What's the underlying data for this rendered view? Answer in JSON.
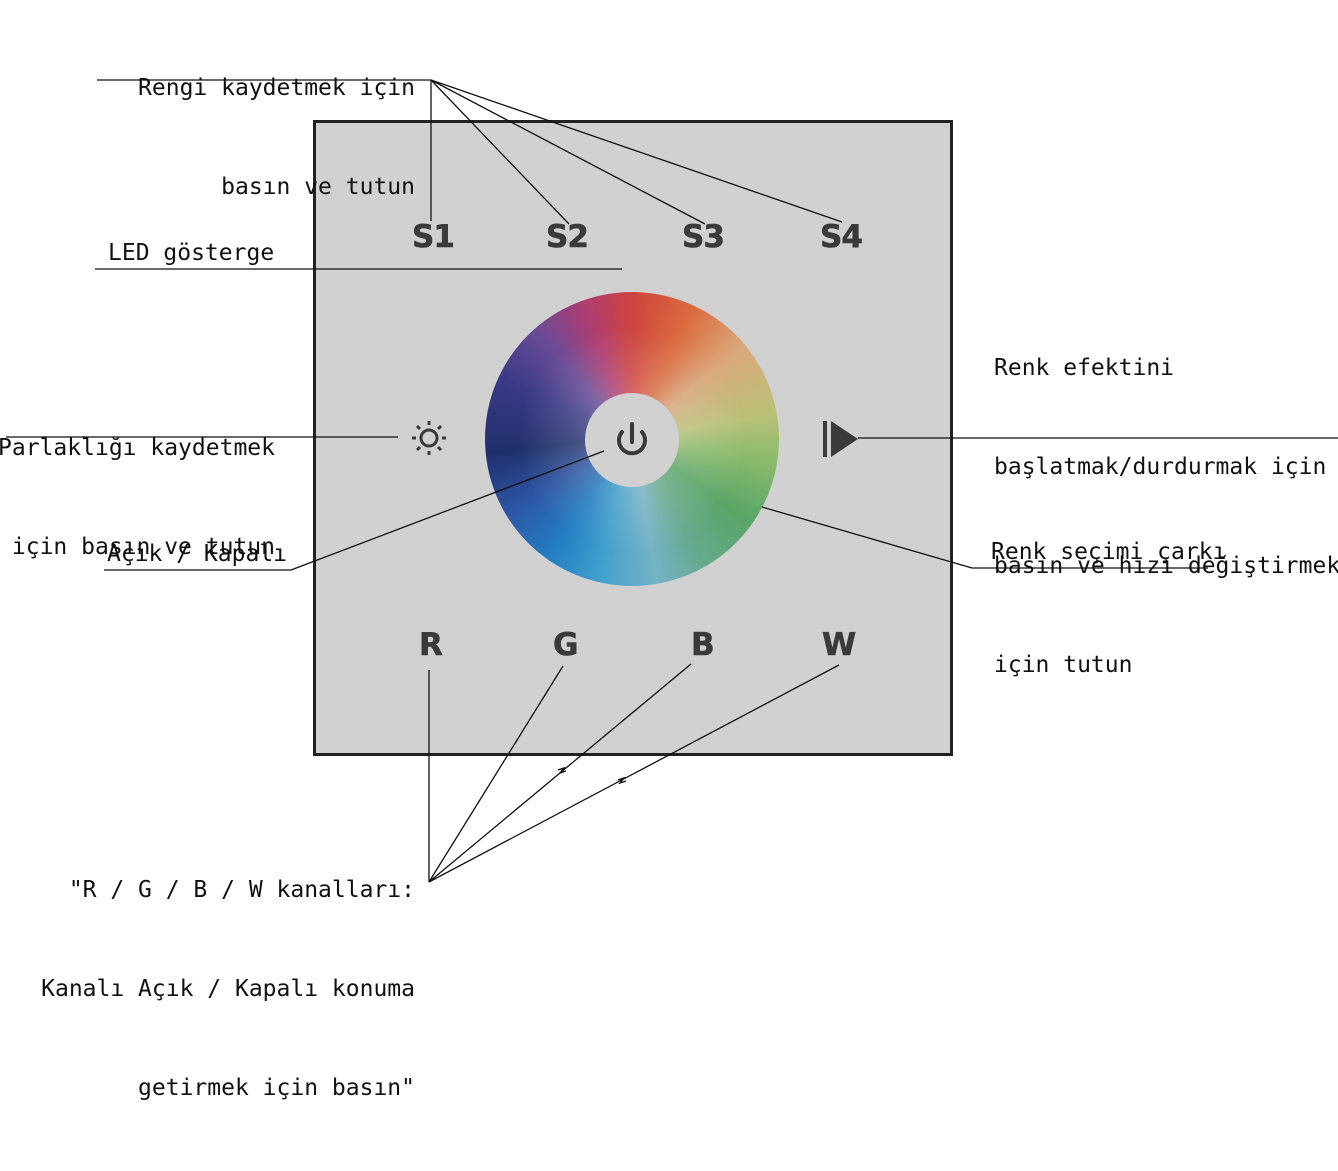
{
  "annotations": {
    "save_color": [
      "Rengi kaydetmek için",
      "basın ve tutun"
    ],
    "led_indicator": "LED gösterge",
    "save_brightness": [
      "Parlaklığı kaydetmek",
      "için basın ve tutun"
    ],
    "on_off": "Açık / Kapalı",
    "effect": [
      "Renk efektini",
      "başlatmak/durdurmak için",
      "basın ve hızı değiştirmek",
      "için tutun"
    ],
    "color_wheel": "Renk seçimi çarkı",
    "channels": [
      "\"R / G / B / W kanalları:",
      "Kanalı Açık / Kapalı konuma",
      "getirmek için basın\""
    ]
  },
  "panel": {
    "scene_buttons": [
      "S1",
      "S2",
      "S3",
      "S4"
    ],
    "channel_buttons": [
      "R",
      "G",
      "B",
      "W"
    ]
  },
  "icons": {
    "brightness": "sun-icon",
    "power": "power-icon",
    "play": "play-icon"
  },
  "colors": {
    "panel": "#d1d1d1",
    "button_text": "#3a3a3a",
    "line": "#111111"
  }
}
